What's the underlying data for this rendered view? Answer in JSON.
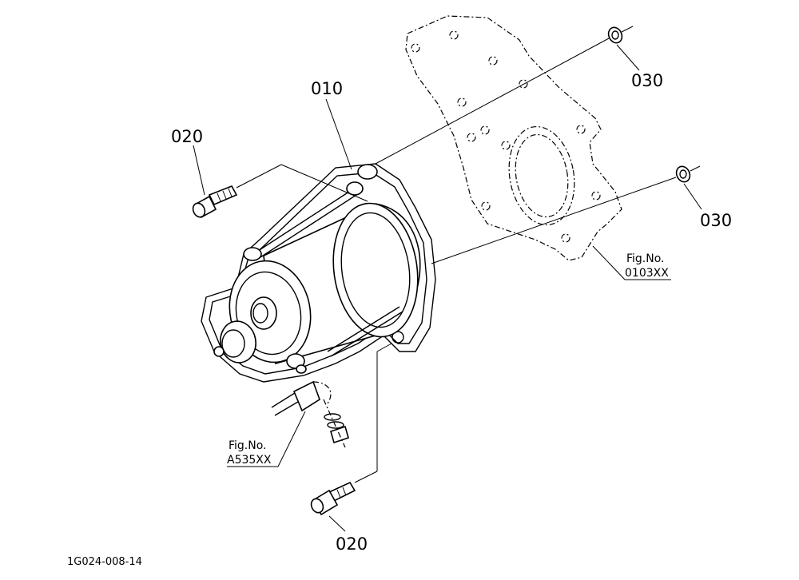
{
  "callouts": {
    "starter": "010",
    "bolt_top": "020",
    "bolt_bottom": "020",
    "nut_top": "030",
    "nut_bottom": "030"
  },
  "references": {
    "plate_fig_label": "Fig.No.",
    "plate_fig_number": "0103XX",
    "cable_fig_label": "Fig.No.",
    "cable_fig_number": "A535XX"
  },
  "drawing_code": "1G024-008-14"
}
